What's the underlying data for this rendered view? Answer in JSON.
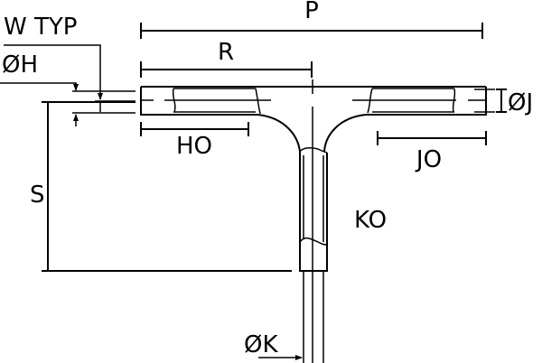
{
  "diagram": {
    "labels": {
      "w_typ": "W TYP",
      "dia_h": "ØH",
      "p": "P",
      "r": "R",
      "dia_j": "ØJ",
      "ho": "HO",
      "jo": "JO",
      "s": "S",
      "ko": "KO",
      "dia_k": "ØK"
    },
    "colors": {
      "line": "#000000",
      "background": "#ffffff"
    }
  }
}
